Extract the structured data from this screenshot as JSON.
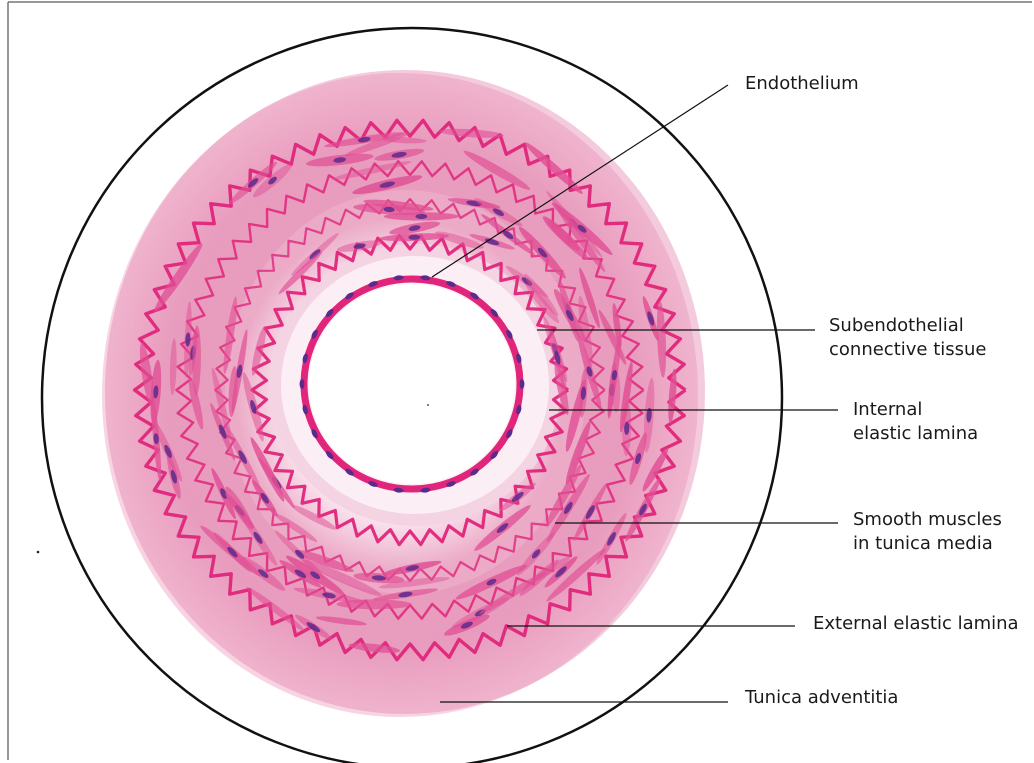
{
  "labels": {
    "endothelium": "Endothelium",
    "subendothelial": [
      "Subendothelial",
      "connective tissue"
    ],
    "internal_elastic": [
      "Internal",
      "elastic lamina"
    ],
    "smooth_muscle": [
      "Smooth muscles",
      "in tunica media"
    ],
    "external_elastic": "External elastic lamina",
    "adventitia": "Tunica adventitia"
  },
  "colors": {
    "adventitia_pink": "#f2b6cc",
    "media_pink": "#e9a2c0",
    "lamina_magenta": "#e0257a",
    "nucleus_purple": "#5a2a8c",
    "lumen": "#ffffff",
    "outline": "#111111"
  }
}
